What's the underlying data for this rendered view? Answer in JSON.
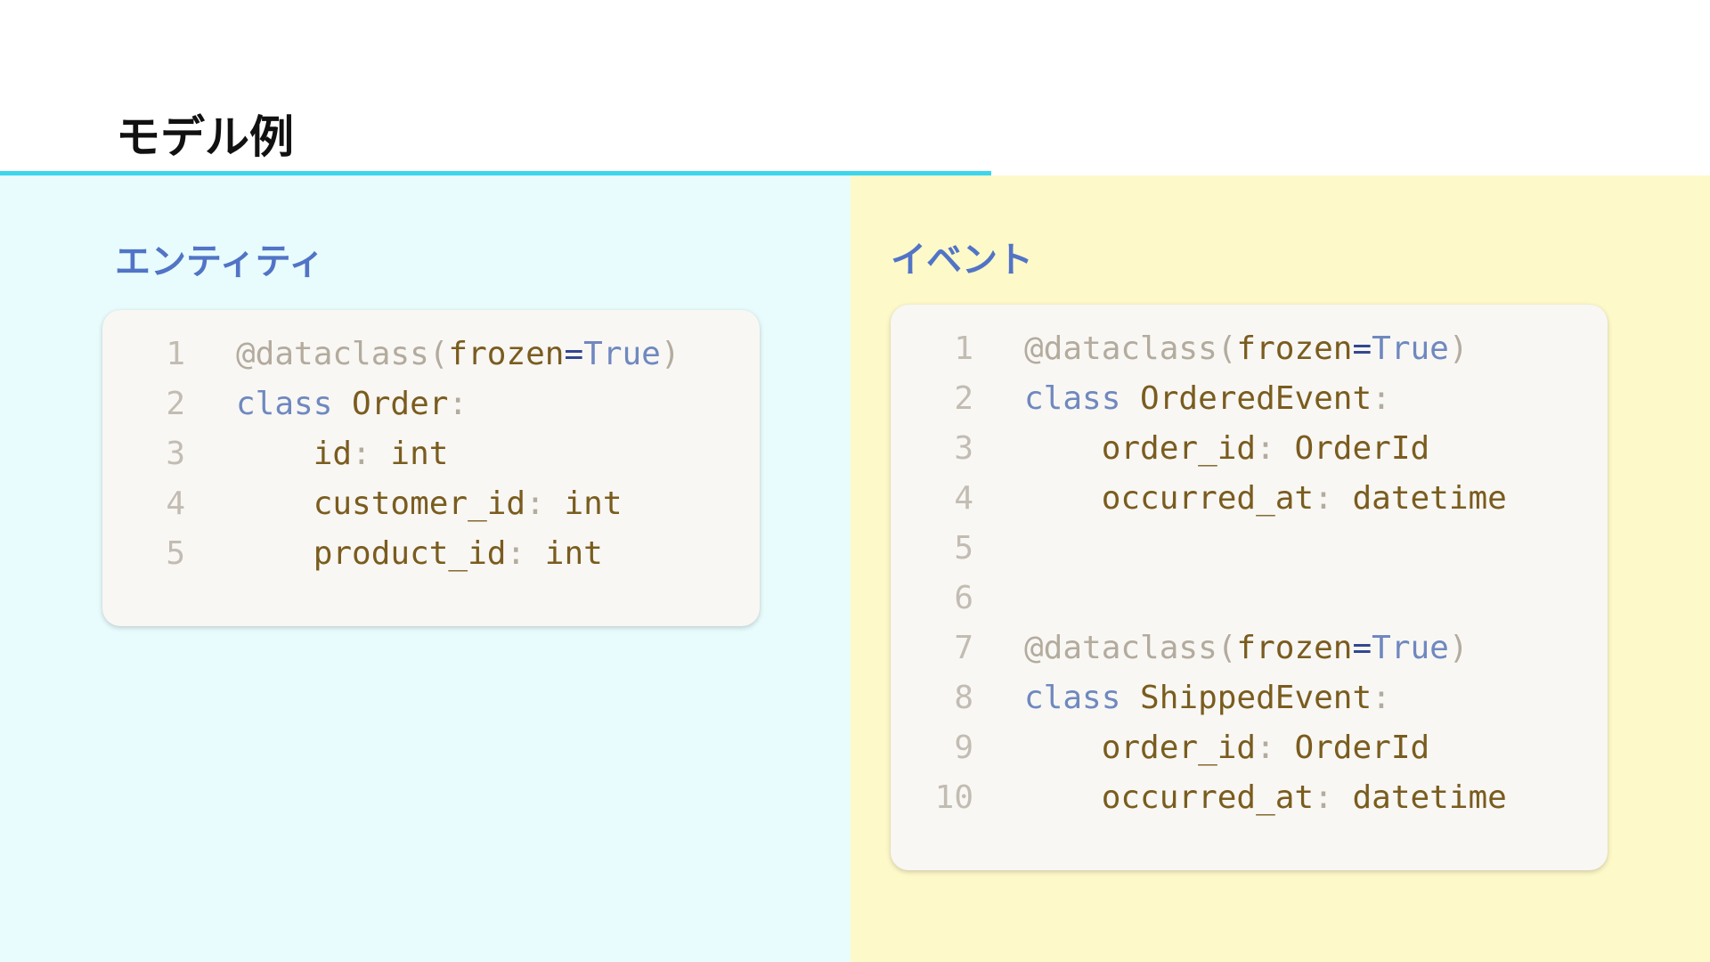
{
  "slide": {
    "title": "モデル例"
  },
  "left": {
    "heading": "エンティティ",
    "lines": [
      {
        "num": "1",
        "tokens": [
          {
            "t": "@dataclass(",
            "c": "decor"
          },
          {
            "t": "frozen",
            "c": "name"
          },
          {
            "t": "=",
            "c": "op"
          },
          {
            "t": "True",
            "c": "bool"
          },
          {
            "t": ")",
            "c": "decor"
          }
        ]
      },
      {
        "num": "2",
        "tokens": [
          {
            "t": "class ",
            "c": "kw"
          },
          {
            "t": "Order",
            "c": "name"
          },
          {
            "t": ":",
            "c": "punc"
          }
        ]
      },
      {
        "num": "3",
        "tokens": [
          {
            "t": "    id",
            "c": "name"
          },
          {
            "t": ": ",
            "c": "punc"
          },
          {
            "t": "int",
            "c": "name"
          }
        ]
      },
      {
        "num": "4",
        "tokens": [
          {
            "t": "    customer_id",
            "c": "name"
          },
          {
            "t": ": ",
            "c": "punc"
          },
          {
            "t": "int",
            "c": "name"
          }
        ]
      },
      {
        "num": "5",
        "tokens": [
          {
            "t": "    product_id",
            "c": "name"
          },
          {
            "t": ": ",
            "c": "punc"
          },
          {
            "t": "int",
            "c": "name"
          }
        ]
      }
    ]
  },
  "right": {
    "heading": "イベント",
    "lines": [
      {
        "num": "1",
        "tokens": [
          {
            "t": "@dataclass(",
            "c": "decor"
          },
          {
            "t": "frozen",
            "c": "name"
          },
          {
            "t": "=",
            "c": "op"
          },
          {
            "t": "True",
            "c": "bool"
          },
          {
            "t": ")",
            "c": "decor"
          }
        ]
      },
      {
        "num": "2",
        "tokens": [
          {
            "t": "class ",
            "c": "kw"
          },
          {
            "t": "OrderedEvent",
            "c": "name"
          },
          {
            "t": ":",
            "c": "punc"
          }
        ]
      },
      {
        "num": "3",
        "tokens": [
          {
            "t": "    order_id",
            "c": "name"
          },
          {
            "t": ": ",
            "c": "punc"
          },
          {
            "t": "OrderId",
            "c": "name"
          }
        ]
      },
      {
        "num": "4",
        "tokens": [
          {
            "t": "    occurred_at",
            "c": "name"
          },
          {
            "t": ": ",
            "c": "punc"
          },
          {
            "t": "datetime",
            "c": "name"
          }
        ]
      },
      {
        "num": "5",
        "tokens": []
      },
      {
        "num": "6",
        "tokens": []
      },
      {
        "num": "7",
        "tokens": [
          {
            "t": "@dataclass(",
            "c": "decor"
          },
          {
            "t": "frozen",
            "c": "name"
          },
          {
            "t": "=",
            "c": "op"
          },
          {
            "t": "True",
            "c": "bool"
          },
          {
            "t": ")",
            "c": "decor"
          }
        ]
      },
      {
        "num": "8",
        "tokens": [
          {
            "t": "class ",
            "c": "kw"
          },
          {
            "t": "ShippedEvent",
            "c": "name"
          },
          {
            "t": ":",
            "c": "punc"
          }
        ]
      },
      {
        "num": "9",
        "tokens": [
          {
            "t": "    order_id",
            "c": "name"
          },
          {
            "t": ": ",
            "c": "punc"
          },
          {
            "t": "OrderId",
            "c": "name"
          }
        ]
      },
      {
        "num": "10",
        "tokens": [
          {
            "t": "    occurred_at",
            "c": "name"
          },
          {
            "t": ": ",
            "c": "punc"
          },
          {
            "t": "datetime",
            "c": "name"
          }
        ]
      }
    ]
  },
  "colors": {
    "accent_line": "#3cd6ec",
    "left_panel_bg": "#e8fcfd",
    "right_panel_bg": "#fef9c9",
    "heading": "#5274c6",
    "code_card_bg": "#f8f7f4"
  }
}
